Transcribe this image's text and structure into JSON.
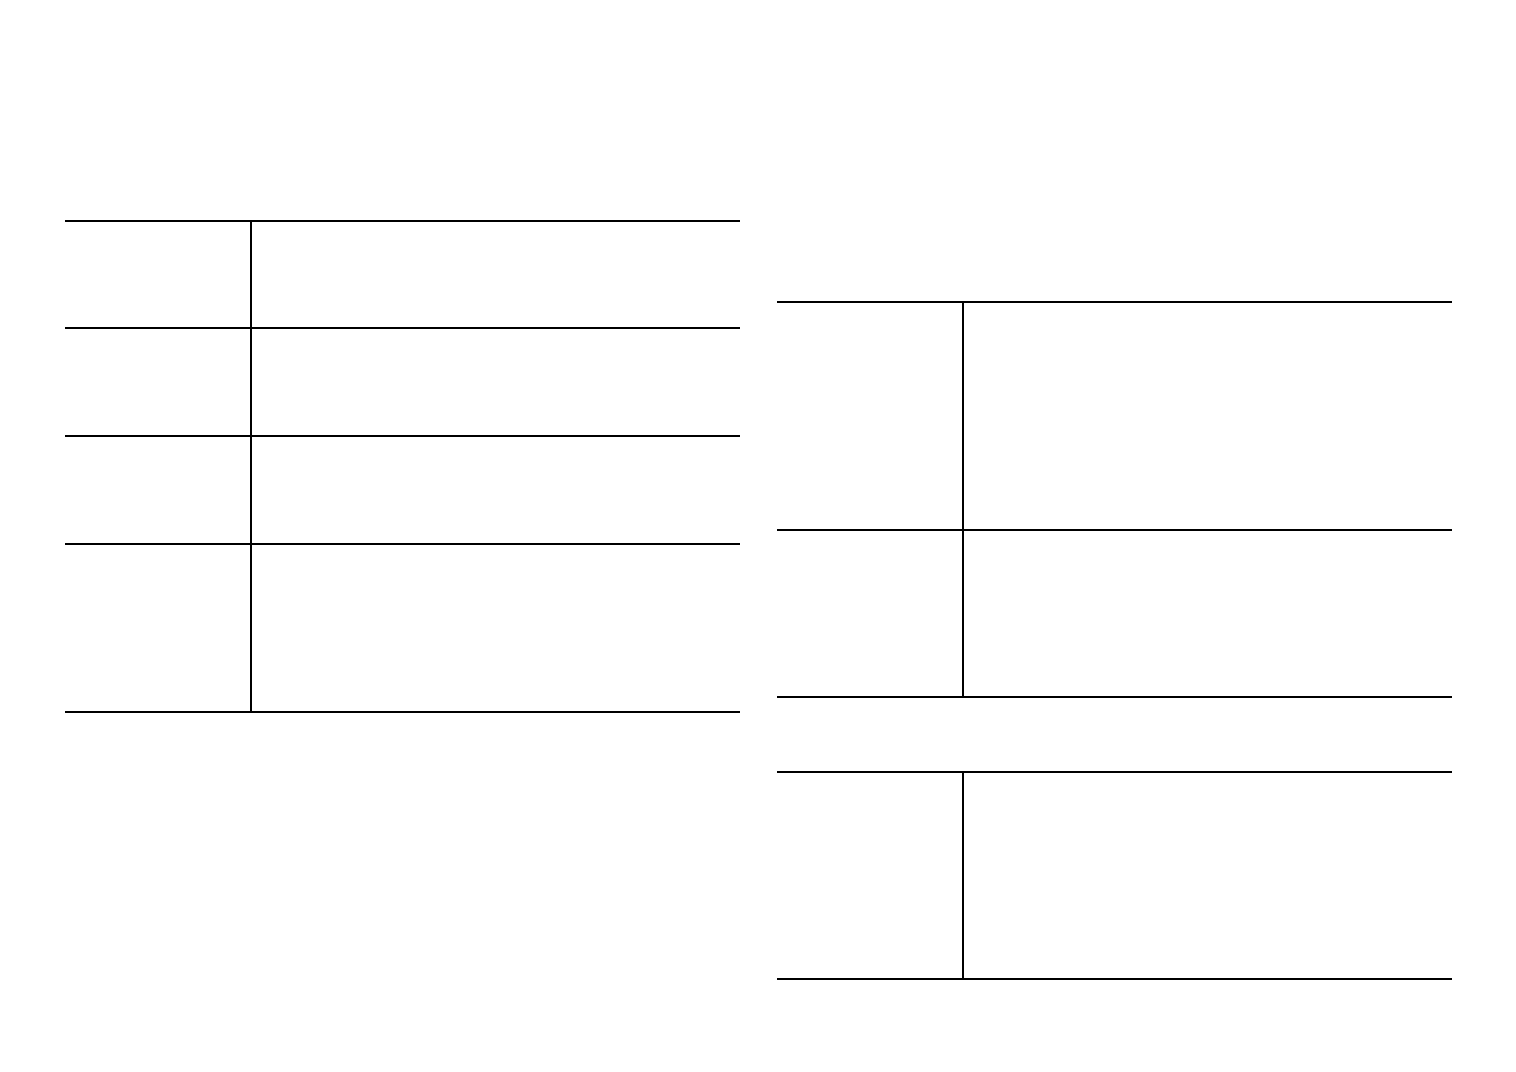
{
  "tables": [
    {
      "name": "left-table",
      "rows": [
        {
          "label": "",
          "value": ""
        },
        {
          "label": "",
          "value": ""
        },
        {
          "label": "",
          "value": ""
        },
        {
          "label": "",
          "value": ""
        }
      ]
    },
    {
      "name": "right-top-table",
      "rows": [
        {
          "label": "",
          "value": ""
        },
        {
          "label": "",
          "value": ""
        }
      ]
    },
    {
      "name": "right-bottom-table",
      "rows": [
        {
          "label": "",
          "value": ""
        }
      ]
    }
  ]
}
